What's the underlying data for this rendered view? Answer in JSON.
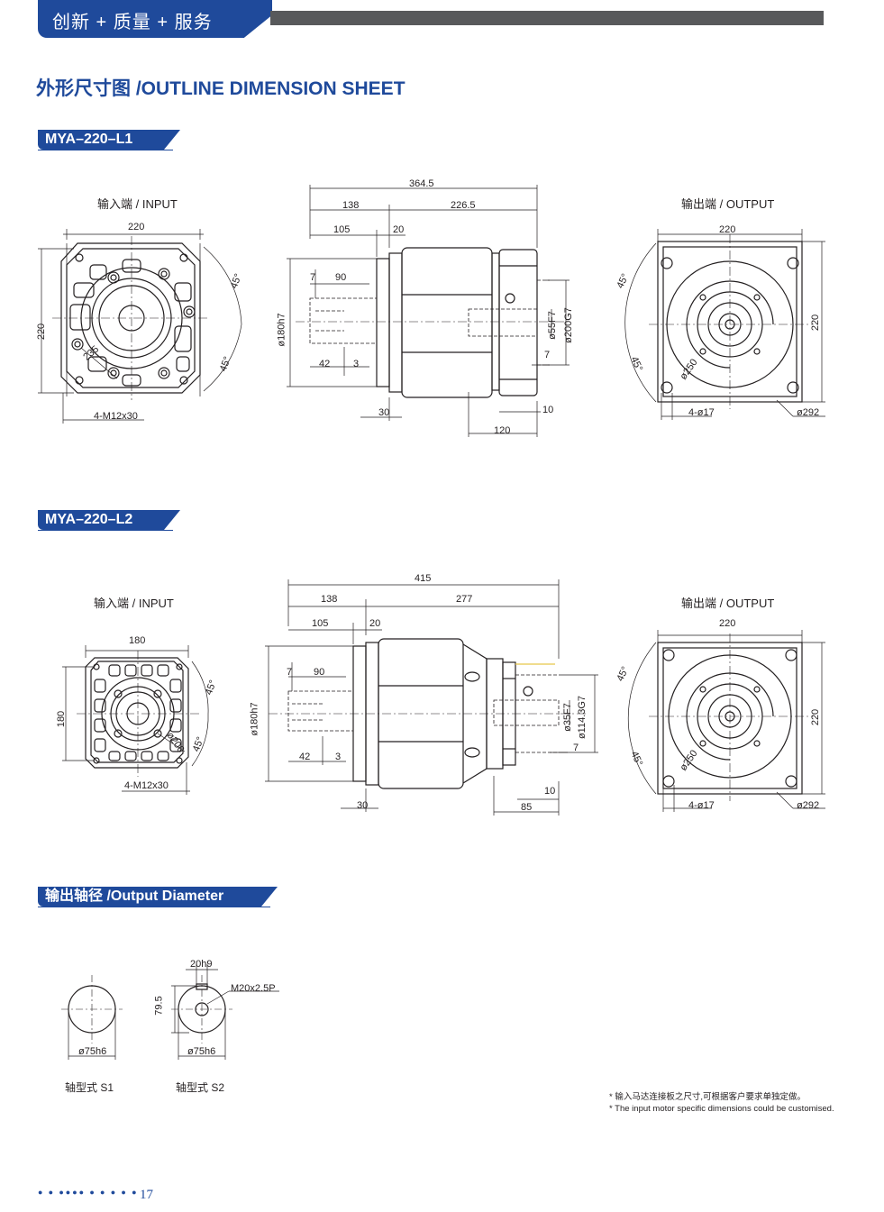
{
  "header": {
    "banner": "创新 + 质量 + 服务"
  },
  "title": "外形尺寸图 /OUTLINE DIMENSION SHEET",
  "sections": {
    "l1": "MYA–220–L1",
    "l2": "MYA–220–L2",
    "diam": "输出轴径 /Output Diameter"
  },
  "labels": {
    "input": "输入端 / INPUT",
    "output": "输出端 / OUTPUT"
  },
  "l1": {
    "in": {
      "w": "220",
      "h": "220",
      "ang": "45°",
      "ang2": "45°",
      "d": "235",
      "bolt": "4-M12x30"
    },
    "side": {
      "total": "364.5",
      "a": "138",
      "b": "226.5",
      "c": "105",
      "d": "20",
      "e": "7",
      "f": "90",
      "g": "42",
      "h": "3",
      "i": "30",
      "j": "10",
      "k": "120",
      "m": "7",
      "bore": "ø180h7",
      "sh": "ø55F7",
      "pilot": "ø200G7"
    },
    "out": {
      "w": "220",
      "h": "220",
      "ang": "45°",
      "ang2": "45°",
      "d": "ø250",
      "holes": "4-ø17",
      "pcd": "ø292"
    }
  },
  "l2": {
    "in": {
      "w": "180",
      "h": "180",
      "ang": "45°",
      "ang2": "45°",
      "d": "ø200",
      "bolt": "4-M12x30"
    },
    "side": {
      "total": "415",
      "a": "138",
      "b": "277",
      "c": "105",
      "d": "20",
      "e": "7",
      "f": "90",
      "g": "42",
      "h": "3",
      "i": "30",
      "j": "10",
      "k": "85",
      "m": "7",
      "bore": "ø180h7",
      "sh": "ø35F7",
      "pilot": "ø114.3G7"
    },
    "out": {
      "w": "220",
      "h": "220",
      "ang": "45°",
      "ang2": "45°",
      "d": "ø250",
      "holes": "4-ø17",
      "pcd": "ø292"
    }
  },
  "shafts": {
    "s1": {
      "dia": "ø75h6",
      "caption": "轴型式  S1"
    },
    "s2": {
      "dia": "ø75h6",
      "key": "20h9",
      "height": "79.5",
      "thread": "M20x2.5P",
      "caption": "轴型式  S2"
    }
  },
  "notes": [
    "* 输入马达连接板之尺寸,可根据客户要求单独定做。",
    "* The input motor specific dimensions could be customised."
  ],
  "page": {
    "dots": "● ● ●●●● ● ● ● ● ●",
    "number": "17"
  },
  "colors": {
    "brand": "#1f4a9b",
    "bar": "#58595b"
  }
}
